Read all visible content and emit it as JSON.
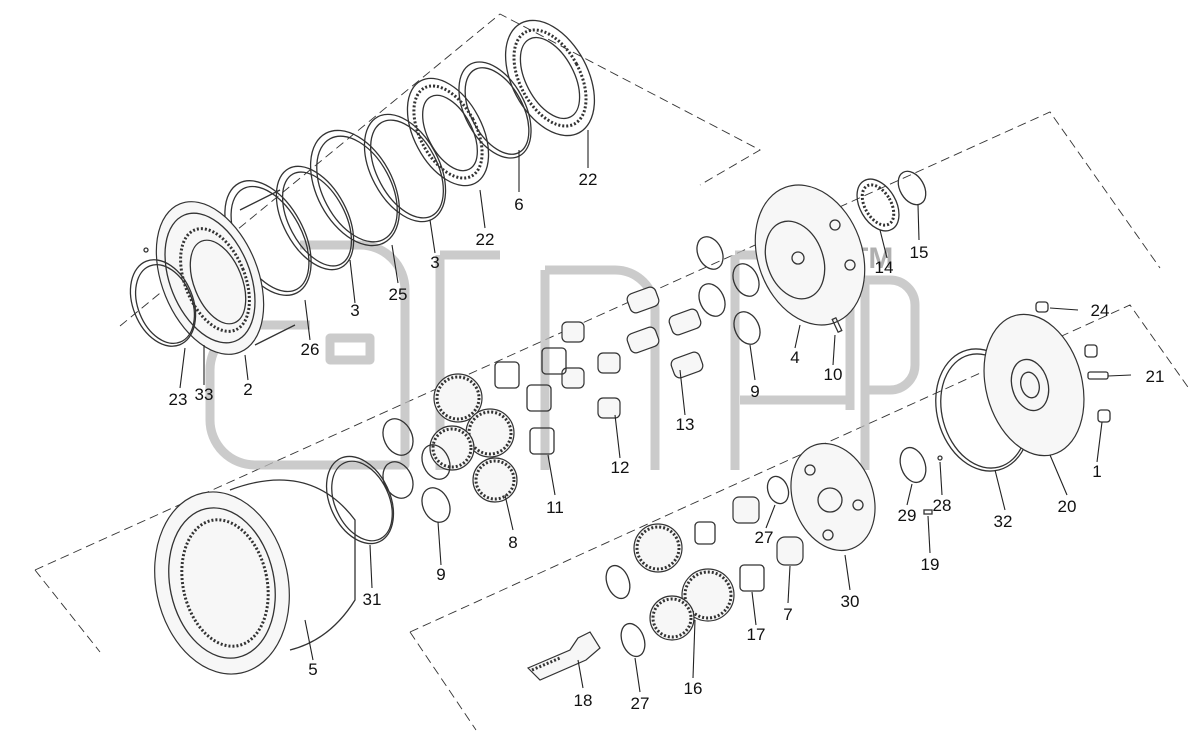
{
  "diagram": {
    "part_labels": [
      "1",
      "2",
      "3",
      "3",
      "4",
      "5",
      "6",
      "7",
      "8",
      "9",
      "9",
      "10",
      "11",
      "12",
      "13",
      "14",
      "15",
      "16",
      "17",
      "18",
      "19",
      "20",
      "21",
      "22",
      "22",
      "23",
      "24",
      "25",
      "26",
      "27",
      "27",
      "28",
      "29",
      "30",
      "31",
      "32",
      "33"
    ],
    "watermark_mark": "TM"
  }
}
